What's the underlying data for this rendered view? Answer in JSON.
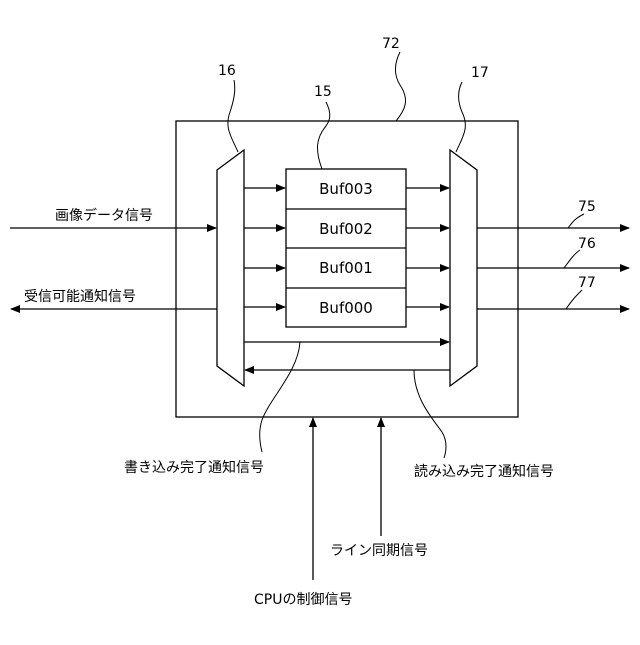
{
  "diagram": {
    "block_ref": "72",
    "selector_in_ref": "16",
    "buffer_ref": "15",
    "selector_out_ref": "17",
    "buffers": [
      "Buf003",
      "Buf002",
      "Buf001",
      "Buf000"
    ],
    "signals": {
      "image_data": "画像データ信号",
      "receive_ready": "受信可能通知信号",
      "write_done": "書き込み完了通知信号",
      "read_done": "読み込み完了通知信号",
      "line_sync": "ライン同期信号",
      "cpu_control": "CPUの制御信号"
    },
    "outputs": [
      "75",
      "76",
      "77"
    ]
  }
}
